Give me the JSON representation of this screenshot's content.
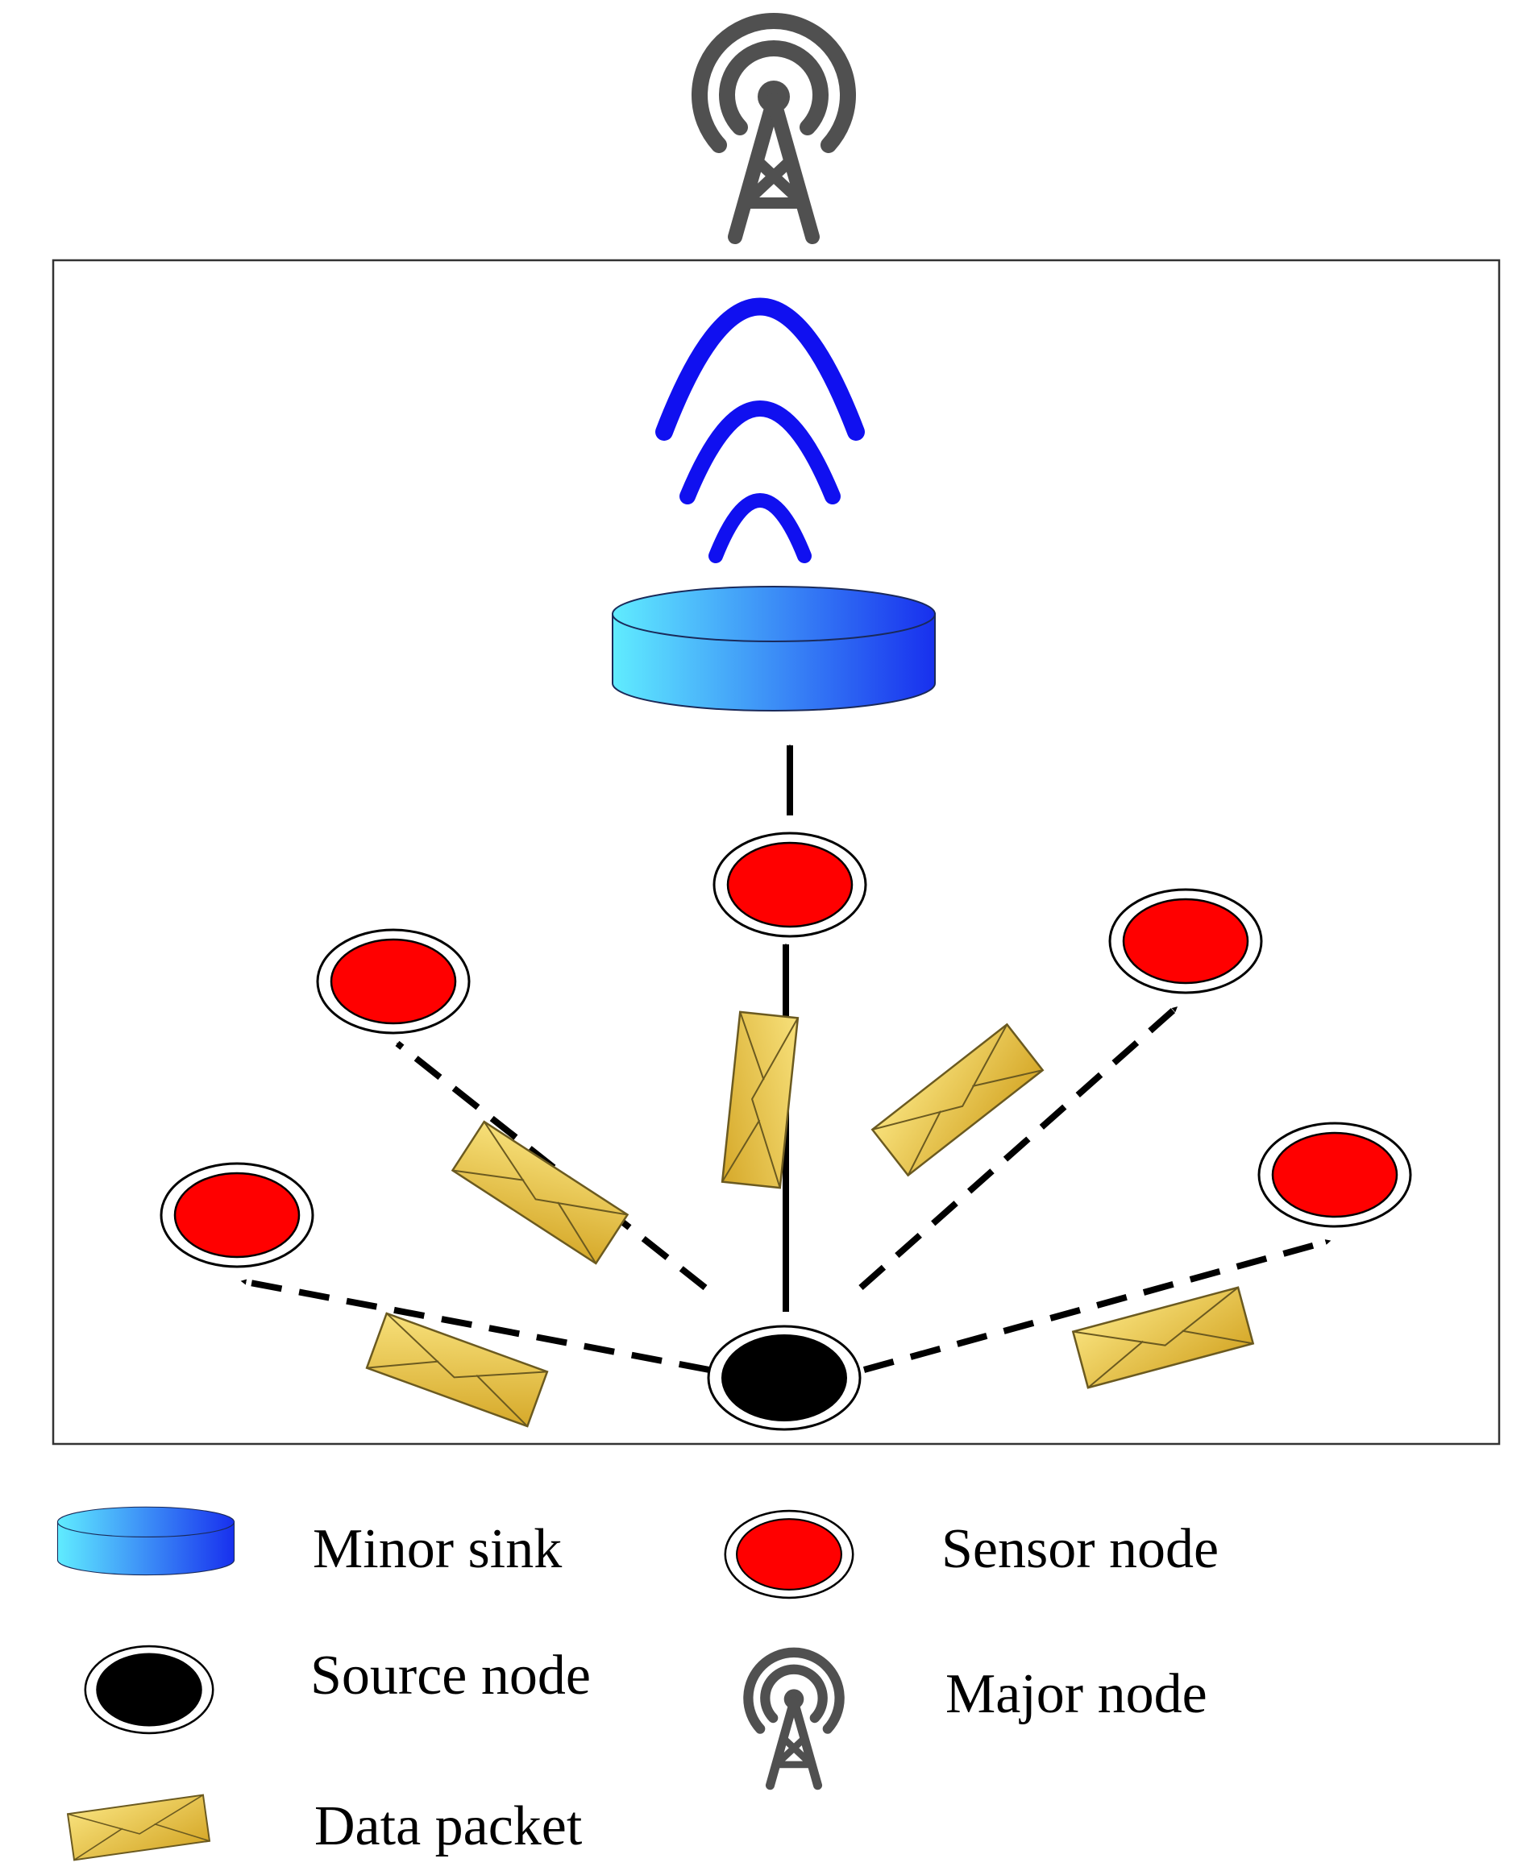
{
  "colors": {
    "sensor": "#ff0000",
    "source": "#000000",
    "signal": "#1010f0",
    "sink_light": "#60ecff",
    "sink_dark": "#1830ee",
    "envelope": "#e6c24a",
    "tower": "#505050",
    "frame": "#333333"
  },
  "legend": {
    "minor_sink": "Minor sink",
    "sensor_node": "Sensor node",
    "source_node": "Source node",
    "major_node": "Major node",
    "data_packet": "Data packet"
  },
  "icons": {
    "major": "radio-tower-icon",
    "sink": "cylinder-icon",
    "signal": "wireless-signal-icon",
    "sensor": "red-node-icon",
    "source": "black-node-icon",
    "packet": "envelope-icon"
  }
}
